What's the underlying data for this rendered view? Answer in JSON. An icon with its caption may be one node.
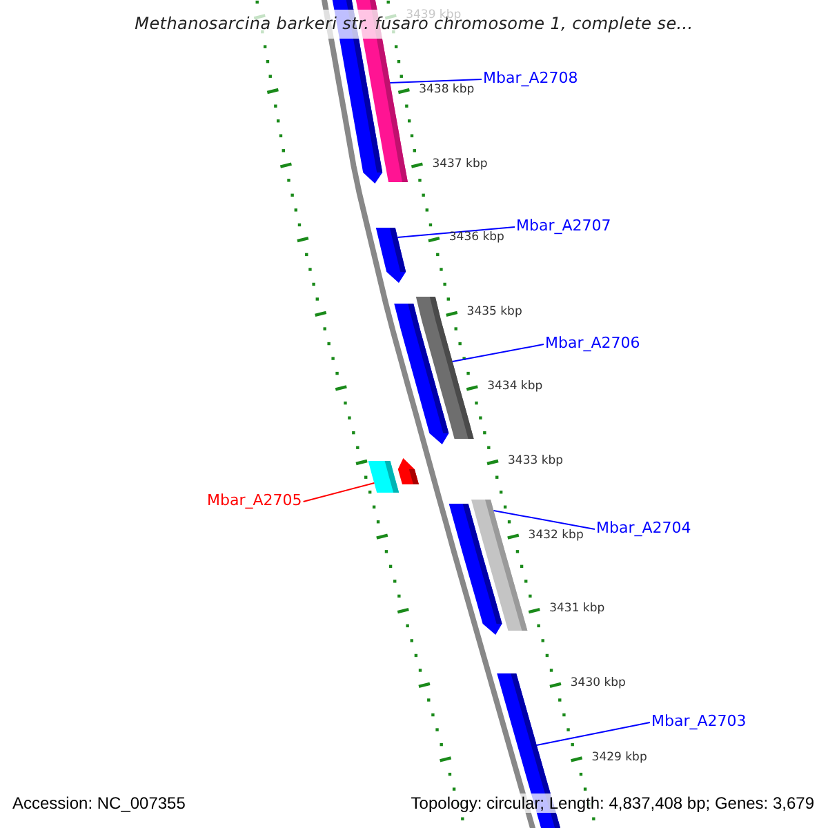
{
  "diagram": {
    "title": "Methanosarcina barkeri str. fusaro chromosome 1, complete se...",
    "nodes": [
      {
        "text": [
          "Mbar_A2708"
        ]
      },
      {
        "text": [],
        "shape": "bar"
      },
      {
        "text": [],
        "shape": "arrow"
      },
      {
        "text": [
          "Mbar_A2707"
        ]
      },
      {
        "text": [],
        "shape": "arrow"
      },
      {
        "text": [
          "Mbar_A2706"
        ]
      },
      {
        "text": [],
        "shape": "arrow"
      },
      {
        "text": [],
        "shape": "bar"
      },
      {
        "text": [
          "Mbar_A2705"
        ]
      },
      {
        "text": [],
        "shape": "box"
      },
      {
        "text": [],
        "shape": "arrow"
      },
      {
        "text": [],
        "shape": "arrow"
      },
      {
        "text": [
          "Mbar_A2704"
        ]
      },
      {
        "text": [],
        "shape": "bar"
      },
      {
        "text": [
          "Mbar_A2703"
        ]
      },
      {
        "text": [],
        "shape": "arrow"
      }
    ],
    "edges": [
      {
        "from": 0,
        "to": 1,
        "arrow": "none"
      },
      {
        "from": 3,
        "to": 4,
        "arrow": "none"
      },
      {
        "from": 5,
        "to": 7,
        "arrow": "none"
      },
      {
        "from": 8,
        "to": 9,
        "arrow": "none",
        "color": "#ff0000"
      },
      {
        "from": 12,
        "to": 13,
        "arrow": "none"
      },
      {
        "from": 14,
        "to": 15,
        "arrow": "none"
      }
    ],
    "labels": [
      "3439 kbp",
      "3438 kbp",
      "3437 kbp",
      "3436 kbp",
      "3435 kbp",
      "3434 kbp",
      "3433 kbp",
      "3432 kbp",
      "3431 kbp",
      "3430 kbp",
      "3429 kbp",
      "Accession: NC_007355",
      "Topology: circular; Length: 4,837,408 bp; Genes: 3,679"
    ]
  }
}
